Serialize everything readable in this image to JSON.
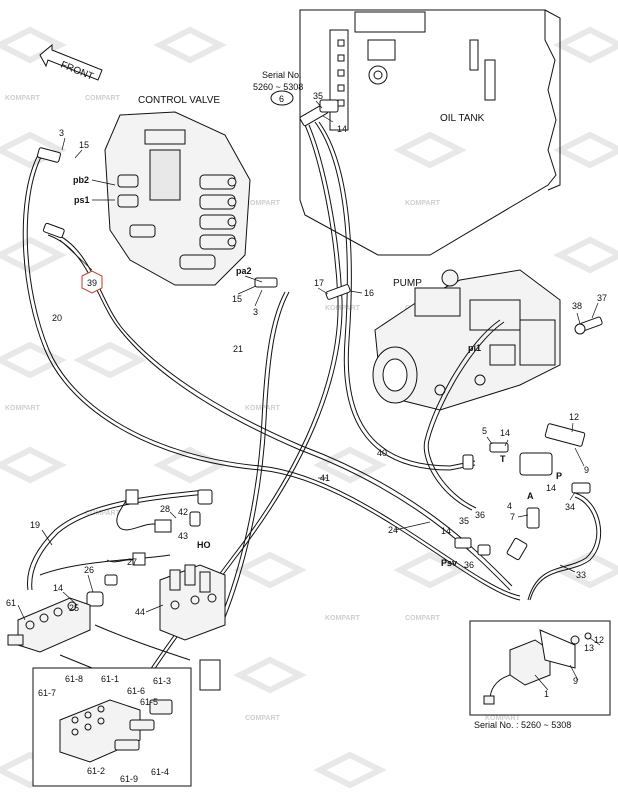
{
  "headers": {
    "front": "FRONT",
    "control_valve": "CONTROL VALVE",
    "oil_tank": "OIL TANK",
    "pump": "PUMP",
    "serial_top_line1": "Serial No.",
    "serial_top_line2": "5260 ~ 5308",
    "serial_bottom": "Serial No. : 5260 ~ 5308"
  },
  "watermark": {
    "brand_a": "KOMPART",
    "brand_b": "COMPART"
  },
  "ports": {
    "pb2": "pb2",
    "ps1": "ps1",
    "pa2": "pa2",
    "pi1": "pi1",
    "T": "T",
    "P": "P",
    "A": "A",
    "Psv": "Psv",
    "HO": "HO"
  },
  "callouts": {
    "c3a": "3",
    "c15a": "15",
    "c39": "39",
    "c20": "20",
    "c15b": "15",
    "c3b": "3",
    "c21": "21",
    "c6": "6",
    "c35a": "35",
    "c14a": "14",
    "c17": "17",
    "c16": "16",
    "c38": "38",
    "c37": "37",
    "c12a": "12",
    "c5": "5",
    "c14b": "14",
    "c9a": "9",
    "c40": "40",
    "c41": "41",
    "c14c": "14",
    "c34": "34",
    "c7": "7",
    "c4": "4",
    "c14d": "14",
    "c35b": "35",
    "c36a": "36",
    "c36b": "36",
    "c24": "24",
    "c33": "33",
    "c19": "19",
    "c28": "28",
    "c42": "42",
    "c43": "43",
    "c27": "27",
    "c26": "26",
    "c14e": "14",
    "c25": "25",
    "c61": "61",
    "c44": "44",
    "c12b": "12",
    "c13": "13",
    "c9b": "9",
    "c1": "1"
  },
  "detail_left": {
    "labels": [
      "61-8",
      "61-1",
      "61-3",
      "61-7",
      "61-6",
      "61-5",
      "61-2",
      "61-9",
      "61-4"
    ]
  }
}
